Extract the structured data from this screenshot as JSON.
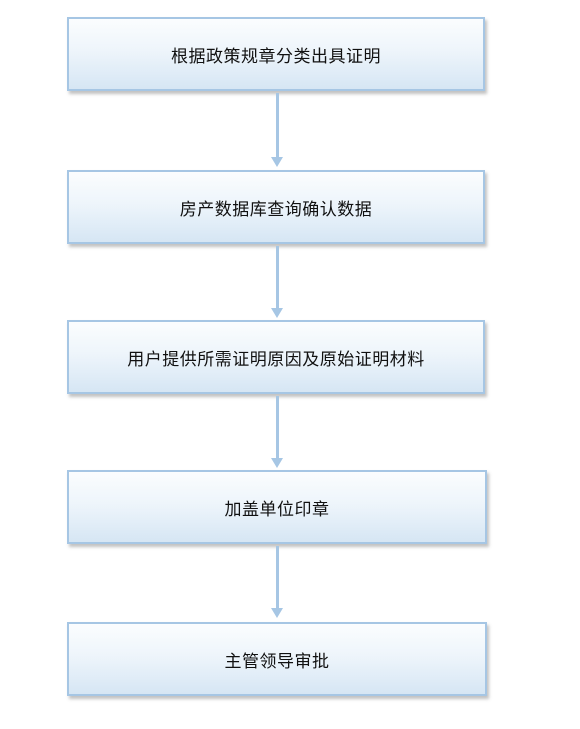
{
  "steps": [
    {
      "label": "根据政策规章分类出具证明"
    },
    {
      "label": "房产数据库查询确认数据"
    },
    {
      "label": "用户提供所需证明原因及原始证明材料"
    },
    {
      "label": "加盖单位印章"
    },
    {
      "label": "主管领导审批"
    }
  ],
  "colors": {
    "box_border": "#a6c6e4",
    "box_fill_top": "#fbfdfe",
    "box_fill_bottom": "#d6e6f4",
    "arrow": "#a6c6e4"
  }
}
